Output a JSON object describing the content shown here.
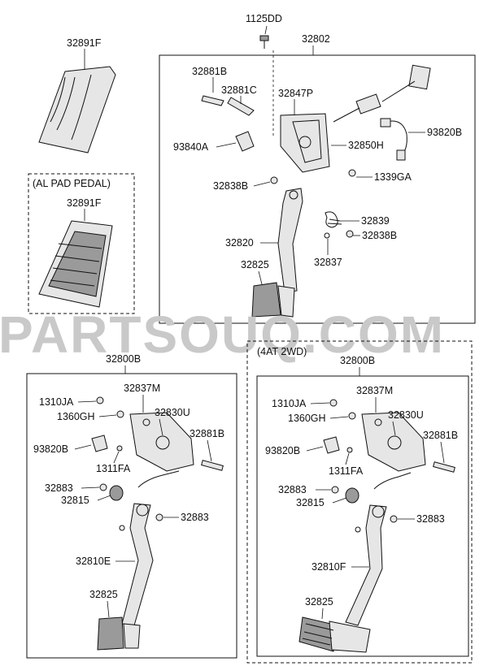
{
  "watermark": "PARTSOUQ.COM",
  "top": {
    "pad_pedal_id": "32891F",
    "al_pad_pedal": {
      "title": "(AL PAD PEDAL)",
      "id": "32891F"
    },
    "bolt_id": "1125DD",
    "assembly_id": "32802",
    "labels": [
      "32881B",
      "32881C",
      "32847P",
      "93840A",
      "32850H",
      "93820B",
      "1339GA",
      "32838B",
      "32839",
      "32838B",
      "32820",
      "32837",
      "32825"
    ]
  },
  "bottom_left": {
    "assembly_id": "32800B",
    "labels": [
      "32837M",
      "1310JA",
      "1360GH",
      "32830U",
      "32881B",
      "93820B",
      "1311FA",
      "32883",
      "32815",
      "32883",
      "32810E",
      "32825"
    ]
  },
  "bottom_right": {
    "variant": "(4AT 2WD)",
    "assembly_id": "32800B",
    "labels": [
      "32837M",
      "1310JA",
      "1360GH",
      "32830U",
      "32881B",
      "93820B",
      "1311FA",
      "32883",
      "32815",
      "32883",
      "32810F",
      "32825"
    ]
  }
}
